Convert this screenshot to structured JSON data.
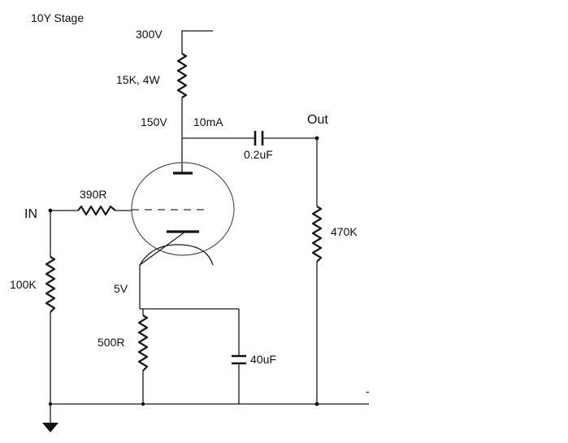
{
  "diagram": {
    "title": "10Y Stage",
    "labels": {
      "supply": "300V",
      "plate_resistor": "15K, 4W",
      "plate_voltage": "150V",
      "plate_current": "10mA",
      "coupling_cap": "0.2uF",
      "output": "Out",
      "output_resistor": "470K",
      "input": "IN",
      "grid_stopper": "390R",
      "grid_leak": "100K",
      "cathode_voltage": "5V",
      "cathode_resistor": "500R",
      "bypass_cap": "40uF",
      "stray_mark": "-"
    }
  }
}
